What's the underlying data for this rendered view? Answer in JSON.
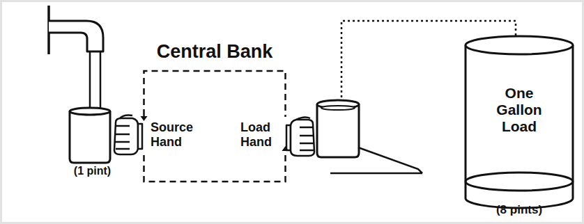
{
  "diagram": {
    "nodes": [
      {
        "text": [
          "(1 pint)"
        ]
      },
      {
        "text": [
          "Central Bank",
          "Source Hand",
          "Load Hand"
        ]
      },
      {
        "text": [
          "One Gallon Load",
          "(8 pints)"
        ]
      }
    ]
  }
}
